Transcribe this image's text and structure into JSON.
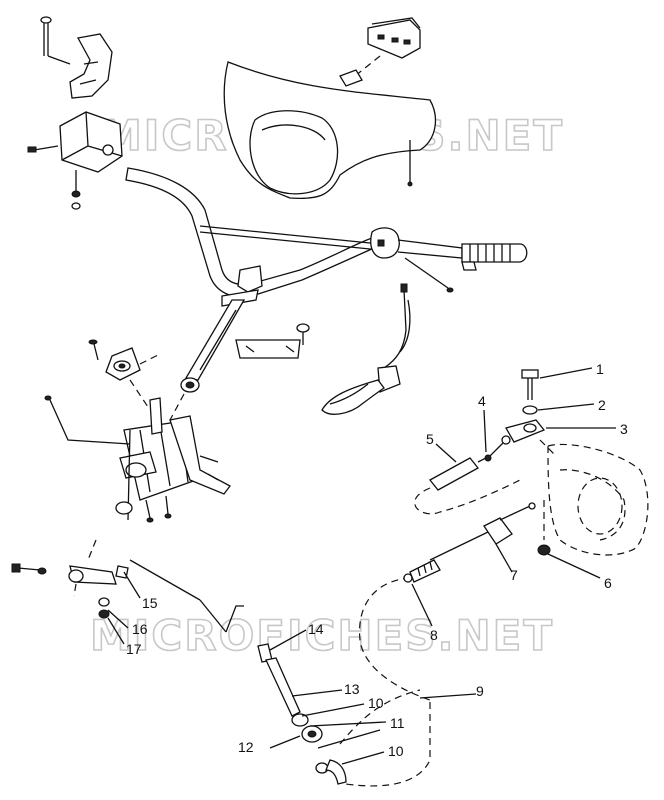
{
  "watermark": "MICROFICHES.NET",
  "callouts": [
    {
      "id": "c1",
      "text": "1"
    },
    {
      "id": "c2",
      "text": "2"
    },
    {
      "id": "c3",
      "text": "3"
    },
    {
      "id": "c4",
      "text": "4"
    },
    {
      "id": "c5",
      "text": "5"
    },
    {
      "id": "c6",
      "text": "6"
    },
    {
      "id": "c7",
      "text": "7"
    },
    {
      "id": "c8",
      "text": "8"
    },
    {
      "id": "c9",
      "text": "9"
    },
    {
      "id": "c10a",
      "text": "10"
    },
    {
      "id": "c10b",
      "text": "10"
    },
    {
      "id": "c11",
      "text": "11"
    },
    {
      "id": "c12",
      "text": "12"
    },
    {
      "id": "c13",
      "text": "13"
    },
    {
      "id": "c14",
      "text": "14"
    },
    {
      "id": "c15",
      "text": "15"
    },
    {
      "id": "c16",
      "text": "16"
    },
    {
      "id": "c17",
      "text": "17"
    }
  ]
}
